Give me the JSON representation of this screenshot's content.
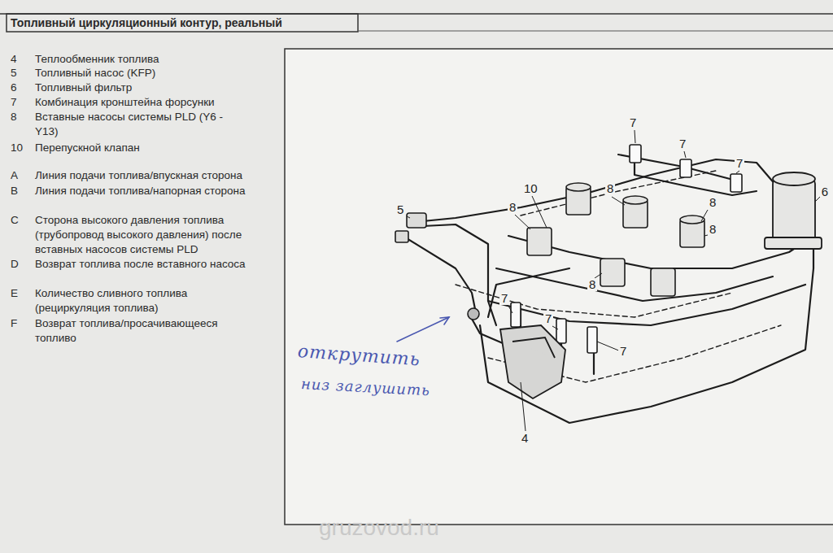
{
  "diagram": {
    "title": "Топливный циркуляционный контур, реальный",
    "labels": [
      "4",
      "Теплообменник топлива",
      "5",
      "Топливный насос (KFP)",
      "6",
      "Топливный фильтр",
      "7",
      "Комбинация кронштейна форсунки",
      "8",
      "Вставные насосы системы PLD (Y6 - Y13)",
      "10",
      "Перепускной клапан",
      "A",
      "Линия подачи топлива/впускная сторона",
      "B",
      "Линия подачи топлива/напорная сторона",
      "C",
      "Сторона высокого давления топлива (трубопровод высокого давления) после вставных насосов системы PLD",
      "D",
      "Возврат топлива после вставного насоса",
      "E",
      "Количество сливного топлива (рециркуляция топлива)",
      "F",
      "Возврат топлива/просачивающееся топливо",
      "7",
      "7",
      "7",
      "7",
      "7",
      "7",
      "8",
      "8",
      "8",
      "8",
      "8",
      "10",
      "5",
      "6",
      "4",
      "открутить",
      "низ заглушить",
      "gruzovod.ru"
    ]
  }
}
